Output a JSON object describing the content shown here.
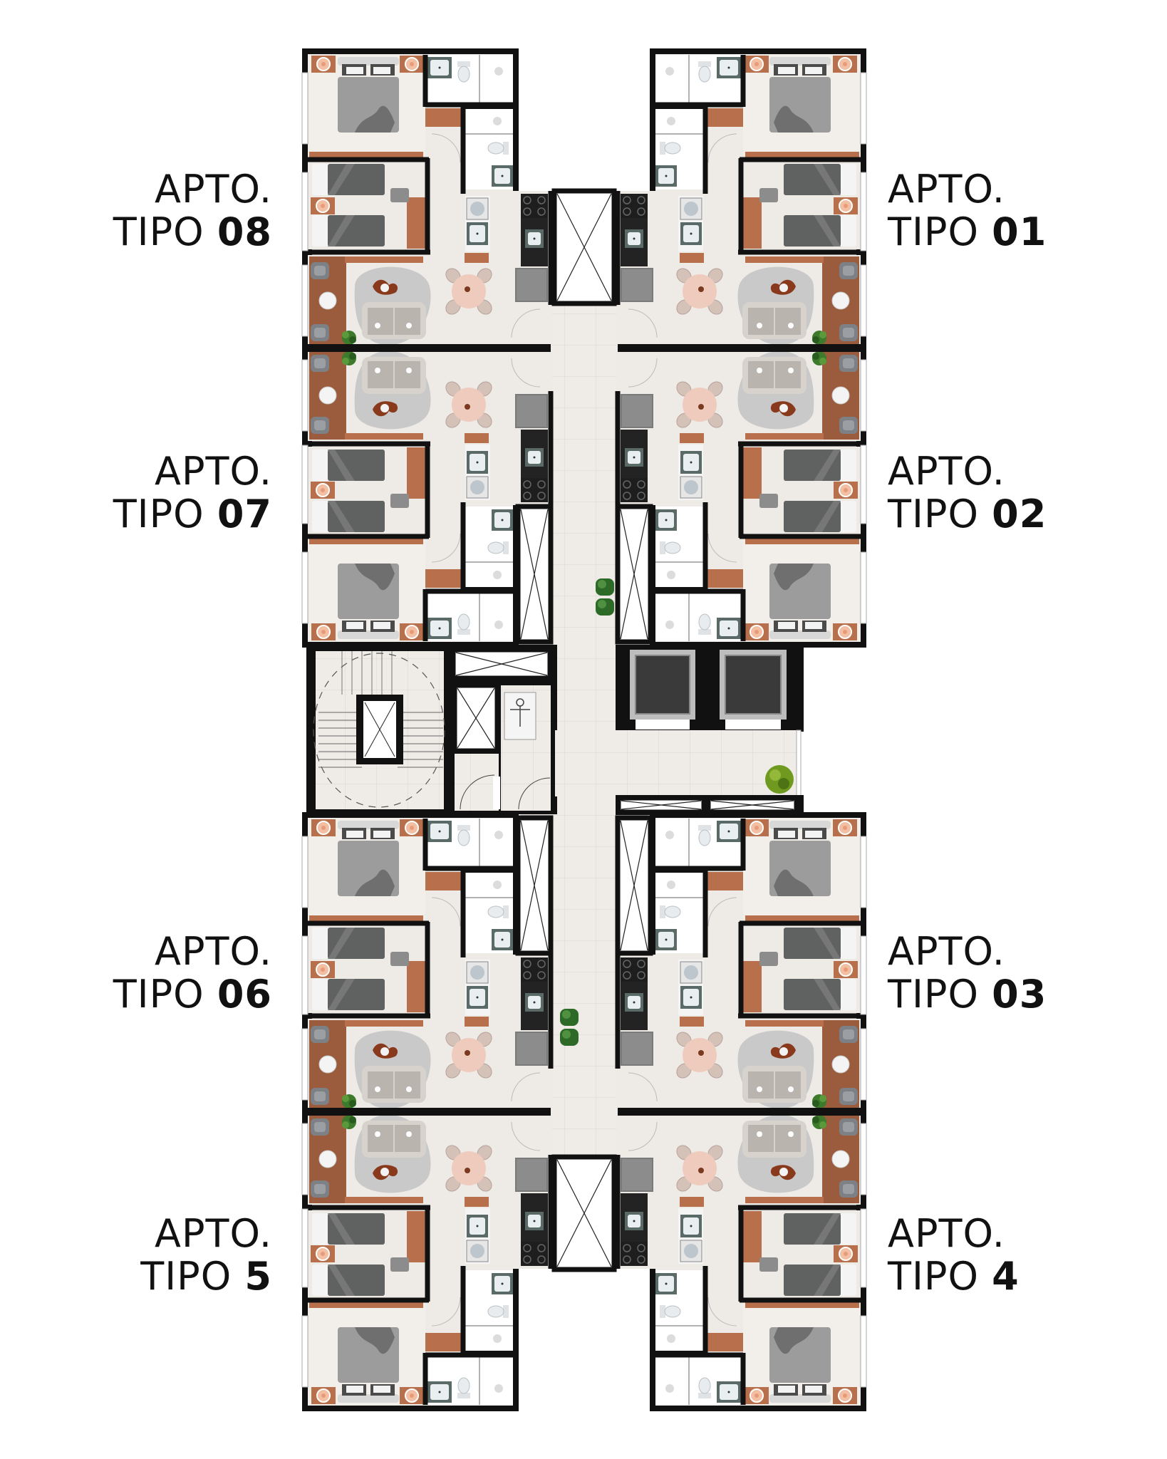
{
  "labels": [
    {
      "unit": "08",
      "line1": "APTO.",
      "prefix": "TIPO ",
      "number": "08",
      "side": "left"
    },
    {
      "unit": "07",
      "line1": "APTO.",
      "prefix": "TIPO ",
      "number": "07",
      "side": "left"
    },
    {
      "unit": "06",
      "line1": "APTO.",
      "prefix": "TIPO ",
      "number": "06",
      "side": "left"
    },
    {
      "unit": "5",
      "line1": "APTO.",
      "prefix": "TIPO ",
      "number": "5",
      "side": "left"
    },
    {
      "unit": "01",
      "line1": "APTO.",
      "prefix": "TIPO ",
      "number": "01",
      "side": "right"
    },
    {
      "unit": "02",
      "line1": "APTO.",
      "prefix": "TIPO ",
      "number": "02",
      "side": "right"
    },
    {
      "unit": "03",
      "line1": "APTO.",
      "prefix": "TIPO ",
      "number": "03",
      "side": "right"
    },
    {
      "unit": "4",
      "line1": "APTO.",
      "prefix": "TIPO ",
      "number": "4",
      "side": "right"
    }
  ],
  "colors": {
    "wall": "#111111",
    "floor": "#eeeae6",
    "wood": "#b8704c",
    "bed": "#9c9c9c",
    "bed_dark": "#5f6260",
    "rug": "#c9c9c9",
    "dining_table": "#efcbbd",
    "plant": "#3d7a2c",
    "lamp": "#f3bfa3",
    "elevator": "#3a3a3a"
  },
  "icons": [
    "bed-icon",
    "toilet-icon",
    "sink-icon",
    "shower-icon",
    "sofa-icon",
    "dining-table-icon",
    "stove-icon",
    "fridge-icon",
    "washer-icon",
    "plant-icon",
    "elevator-icon",
    "stairs-icon",
    "wheelchair-lift-icon",
    "shaft-icon"
  ]
}
